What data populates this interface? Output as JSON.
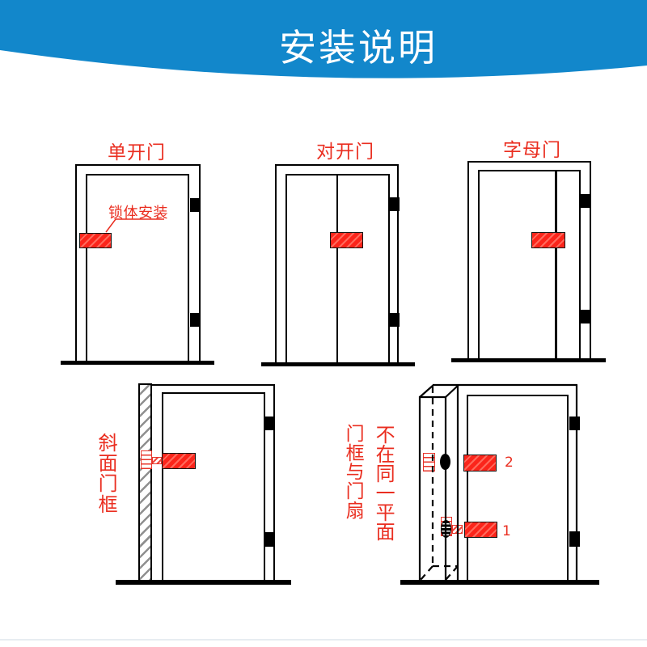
{
  "header": {
    "title": "安装说明"
  },
  "colors": {
    "header_blue": "#1287cb",
    "accent_red": "#ea2e20",
    "lock_red": "#fb251b",
    "line_black": "#000000",
    "hatch_gray": "#8f8f8f"
  },
  "doors": {
    "single": {
      "title": "单开门",
      "lock_label": "锁体安装"
    },
    "double": {
      "title": "对开门"
    },
    "mother_son": {
      "title": "字母门"
    },
    "slanted_frame": {
      "side_label": "斜面门框"
    },
    "offset_plane": {
      "side_label_left": "门框与门扇",
      "side_label_right": "不在同一平面",
      "upper_lock_number": "2",
      "lower_lock_number": "1"
    }
  }
}
